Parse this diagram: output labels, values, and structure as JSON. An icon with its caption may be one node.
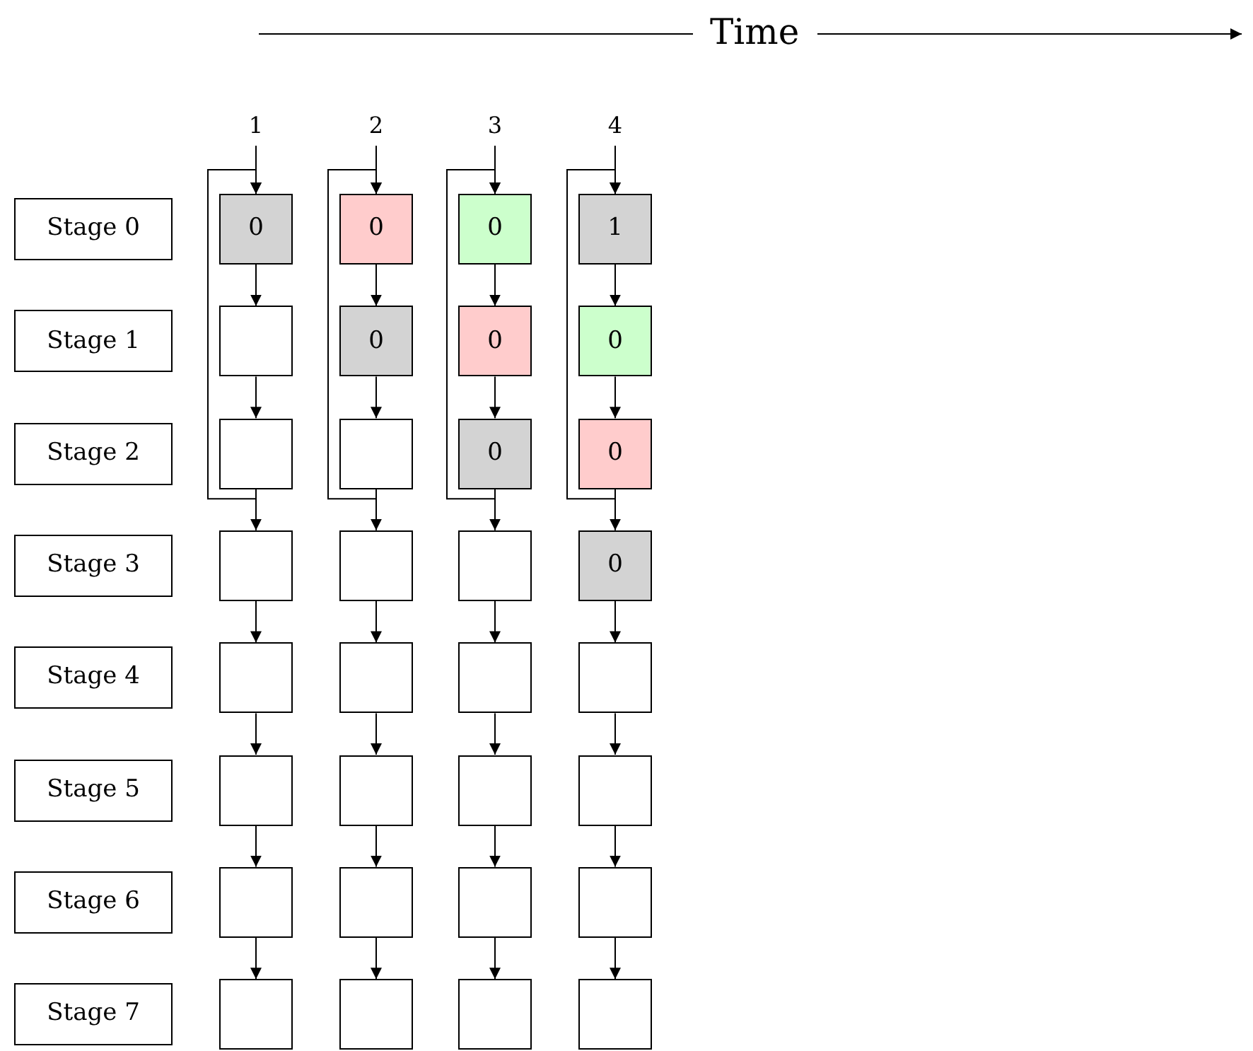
{
  "diagram": {
    "nodes": [
      {
        "text": [
          "Stage 0"
        ]
      },
      {
        "text": [
          "0"
        ]
      },
      {
        "text": [
          "0"
        ]
      },
      {
        "text": [
          "0"
        ]
      },
      {
        "text": [
          "1"
        ]
      },
      {
        "text": [
          "Stage 1"
        ]
      },
      {
        "text": [],
        "shape": "box"
      },
      {
        "text": [
          "0"
        ]
      },
      {
        "text": [
          "0"
        ]
      },
      {
        "text": [
          "0"
        ]
      },
      {
        "text": [
          "Stage 2"
        ]
      },
      {
        "text": [],
        "shape": "box"
      },
      {
        "text": [],
        "shape": "box"
      },
      {
        "text": [
          "0"
        ]
      },
      {
        "text": [
          "0"
        ]
      },
      {
        "text": [
          "Stage 3"
        ]
      },
      {
        "text": [],
        "shape": "box"
      },
      {
        "text": [],
        "shape": "box"
      },
      {
        "text": [],
        "shape": "box"
      },
      {
        "text": [
          "0"
        ]
      },
      {
        "text": [
          "Stage 4"
        ]
      },
      {
        "text": [],
        "shape": "box"
      },
      {
        "text": [],
        "shape": "box"
      },
      {
        "text": [],
        "shape": "box"
      },
      {
        "text": [],
        "shape": "box"
      },
      {
        "text": [
          "Stage 5"
        ]
      },
      {
        "text": [],
        "shape": "box"
      },
      {
        "text": [],
        "shape": "box"
      },
      {
        "text": [],
        "shape": "box"
      },
      {
        "text": [],
        "shape": "box"
      },
      {
        "text": [
          "Stage 6"
        ]
      },
      {
        "text": [],
        "shape": "box"
      },
      {
        "text": [],
        "shape": "box"
      },
      {
        "text": [],
        "shape": "box"
      },
      {
        "text": [],
        "shape": "box"
      },
      {
        "text": [
          "Stage 7"
        ]
      },
      {
        "text": [],
        "shape": "box"
      },
      {
        "text": [],
        "shape": "box"
      },
      {
        "text": [],
        "shape": "box"
      },
      {
        "text": [],
        "shape": "box"
      }
    ],
    "edges": [
      {
        "from": null,
        "to": 1,
        "arrow": "to"
      },
      {
        "from": null,
        "to": 2,
        "arrow": "to"
      },
      {
        "from": null,
        "to": 3,
        "arrow": "to"
      },
      {
        "from": null,
        "to": 4,
        "arrow": "to"
      },
      {
        "from": 11,
        "to": 1,
        "arrow": "to"
      },
      {
        "from": 12,
        "to": 2,
        "arrow": "to"
      },
      {
        "from": 13,
        "to": 3,
        "arrow": "to"
      },
      {
        "from": 14,
        "to": 4,
        "arrow": "to"
      },
      {
        "from": 1,
        "to": 6,
        "arrow": "to"
      },
      {
        "from": 2,
        "to": 7,
        "arrow": "to"
      },
      {
        "from": 3,
        "to": 8,
        "arrow": "to"
      },
      {
        "from": 4,
        "to": 9,
        "arrow": "to"
      },
      {
        "from": 6,
        "to": 11,
        "arrow": "to"
      },
      {
        "from": 7,
        "to": 12,
        "arrow": "to"
      },
      {
        "from": 8,
        "to": 13,
        "arrow": "to"
      },
      {
        "from": 9,
        "to": 14,
        "arrow": "to"
      },
      {
        "from": 11,
        "to": 16,
        "arrow": "to"
      },
      {
        "from": 12,
        "to": 17,
        "arrow": "to"
      },
      {
        "from": 13,
        "to": 18,
        "arrow": "to"
      },
      {
        "from": 14,
        "to": 19,
        "arrow": "to"
      },
      {
        "from": 16,
        "to": 21,
        "arrow": "to"
      },
      {
        "from": 17,
        "to": 22,
        "arrow": "to"
      },
      {
        "from": 18,
        "to": 23,
        "arrow": "to"
      },
      {
        "from": 19,
        "to": 24,
        "arrow": "to"
      },
      {
        "from": 21,
        "to": 26,
        "arrow": "to"
      },
      {
        "from": 22,
        "to": 27,
        "arrow": "to"
      },
      {
        "from": 23,
        "to": 28,
        "arrow": "to"
      },
      {
        "from": 24,
        "to": 29,
        "arrow": "to"
      },
      {
        "from": 26,
        "to": 31,
        "arrow": "to"
      },
      {
        "from": 27,
        "to": 32,
        "arrow": "to"
      },
      {
        "from": 28,
        "to": 33,
        "arrow": "to"
      },
      {
        "from": 29,
        "to": 34,
        "arrow": "to"
      },
      {
        "from": 31,
        "to": 36,
        "arrow": "to"
      },
      {
        "from": 32,
        "to": 37,
        "arrow": "to"
      },
      {
        "from": 33,
        "to": 38,
        "arrow": "to"
      },
      {
        "from": 34,
        "to": 39,
        "arrow": "to"
      }
    ],
    "labels": [
      "Time",
      "1",
      "2",
      "3",
      "4"
    ]
  }
}
